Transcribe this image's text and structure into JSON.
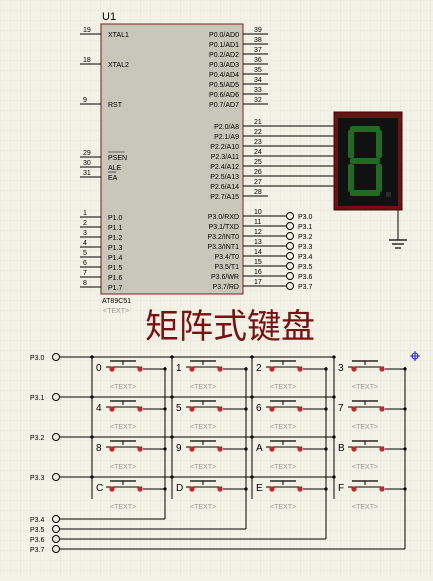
{
  "chip": {
    "ref": "U1",
    "part": "AT89C51",
    "text_tag": "<TEXT>",
    "left_pins": [
      {
        "num": "19",
        "name": "XTAL1"
      },
      {
        "num": "18",
        "name": "XTAL2"
      },
      {
        "num": "9",
        "name": "RST"
      },
      {
        "num": "29",
        "name": "PSEN"
      },
      {
        "num": "30",
        "name": "ALE"
      },
      {
        "num": "31",
        "name": "EA"
      },
      {
        "num": "1",
        "name": "P1.0"
      },
      {
        "num": "2",
        "name": "P1.1"
      },
      {
        "num": "3",
        "name": "P1.2"
      },
      {
        "num": "4",
        "name": "P1.3"
      },
      {
        "num": "5",
        "name": "P1.4"
      },
      {
        "num": "6",
        "name": "P1.5"
      },
      {
        "num": "7",
        "name": "P1.6"
      },
      {
        "num": "8",
        "name": "P1.7"
      }
    ],
    "right_pins_p0": [
      {
        "num": "39",
        "name": "P0.0/AD0"
      },
      {
        "num": "38",
        "name": "P0.1/AD1"
      },
      {
        "num": "37",
        "name": "P0.2/AD2"
      },
      {
        "num": "36",
        "name": "P0.3/AD3"
      },
      {
        "num": "35",
        "name": "P0.4/AD4"
      },
      {
        "num": "34",
        "name": "P0.5/AD5"
      },
      {
        "num": "33",
        "name": "P0.6/AD6"
      },
      {
        "num": "32",
        "name": "P0.7/AD7"
      }
    ],
    "right_pins_p2": [
      {
        "num": "21",
        "name": "P2.0/A8"
      },
      {
        "num": "22",
        "name": "P2.1/A9"
      },
      {
        "num": "23",
        "name": "P2.2/A10"
      },
      {
        "num": "24",
        "name": "P2.3/A11"
      },
      {
        "num": "25",
        "name": "P2.4/A12"
      },
      {
        "num": "26",
        "name": "P2.5/A13"
      },
      {
        "num": "27",
        "name": "P2.6/A14"
      },
      {
        "num": "28",
        "name": "P2.7/A15"
      }
    ],
    "right_pins_p3": [
      {
        "num": "10",
        "name": "P3.0/RXD",
        "label": "P3.0"
      },
      {
        "num": "11",
        "name": "P3.1/TXD",
        "label": "P3.1"
      },
      {
        "num": "12",
        "name": "P3.2/INT0",
        "label": "P3.2"
      },
      {
        "num": "13",
        "name": "P3.3/INT1",
        "label": "P3.3"
      },
      {
        "num": "14",
        "name": "P3.4/T0",
        "label": "P3.4"
      },
      {
        "num": "15",
        "name": "P3.5/T1",
        "label": "P3.5"
      },
      {
        "num": "16",
        "name": "P3.6/WR",
        "label": "P3.6"
      },
      {
        "num": "17",
        "name": "P3.7/RD",
        "label": "P3.7"
      }
    ]
  },
  "display": {
    "digit": "8"
  },
  "title": "矩阵式键盘",
  "keypad": {
    "row_labels": [
      "P3.0",
      "P3.1",
      "P3.2",
      "P3.3"
    ],
    "col_labels": [
      "P3.4",
      "P3.5",
      "P3.6",
      "P3.7"
    ],
    "keys": [
      "0",
      "1",
      "2",
      "3",
      "4",
      "5",
      "6",
      "7",
      "8",
      "9",
      "A",
      "B",
      "C",
      "D",
      "E",
      "F"
    ],
    "text_tag": "<TEXT>"
  },
  "colors": {
    "background": "#f3f2e7",
    "grid": "#dcdbc9",
    "chip_fill": "#c9c7b9",
    "chip_border": "#7a2020",
    "wire": "#000000",
    "segment_on": "#1f6b1f",
    "display_bg": "#6b1212",
    "title": "#7a1010",
    "key_contact": "#cc2222"
  }
}
